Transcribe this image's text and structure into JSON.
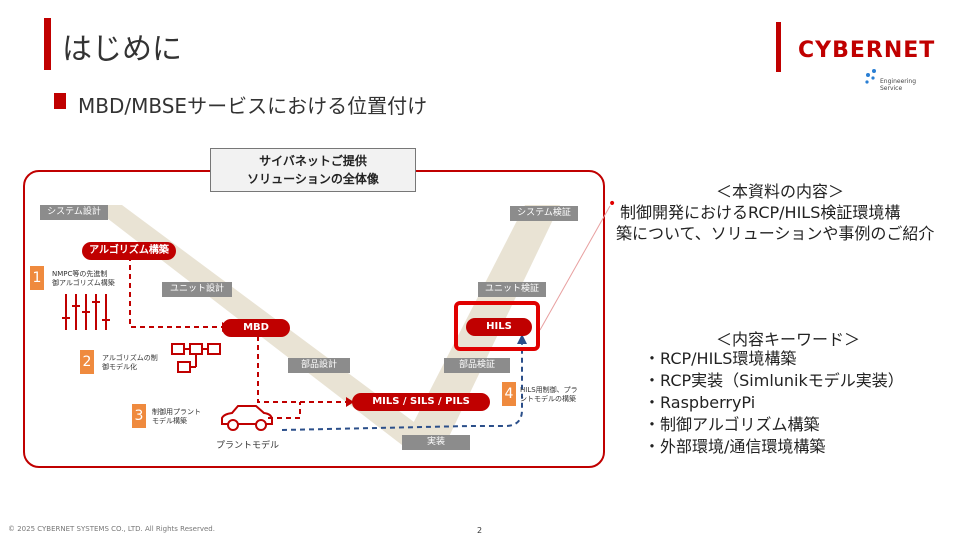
{
  "header": {
    "title": "はじめに",
    "subtitle": "MBD/MBSEサービスにおける位置付け"
  },
  "logo": {
    "name": "CYBERNET",
    "service_line1": "Engineering",
    "service_line2": "Service"
  },
  "diagram": {
    "caption_line1": "サイバネットご提供",
    "caption_line2": "ソリューションの全体像",
    "system_design": "システム設計",
    "algorithm_build": "アルゴリズム構築",
    "unit_design": "ユニット設計",
    "mbd": "MBD",
    "parts_design": "部品設計",
    "mils": "MILS / SILS / PILS",
    "implementation": "実装",
    "parts_verify": "部品検証",
    "unit_verify": "ユニット検証",
    "hils": "HILS",
    "system_verify": "システム検証",
    "step1_num": "1",
    "step1_line1": "NMPC等の先進制",
    "step1_line2": "御アルゴリズム構築",
    "step2_num": "2",
    "step2_line1": "アルゴリズムの制",
    "step2_line2": "御モデル化",
    "step3_num": "3",
    "step3_line1": "制御用プラント",
    "step3_line2": "モデル構築",
    "step4_num": "4",
    "step4_line1": "HILS用制御、プラ",
    "step4_line2": "ントモデルの構築",
    "plant_model": "プラントモデル"
  },
  "content": {
    "heading": "＜本資料の内容＞",
    "bullet": "•",
    "line1": "制御開発におけるRCP/HILS検証環境構",
    "line2": "築について、ソリューションや事例のご紹介"
  },
  "keywords": {
    "heading": "＜内容キーワード＞",
    "items": [
      "・RCP/HILS環境構築",
      "・RCP実装（Simlunikモデル実装）",
      "・RaspberryPi",
      "・制御アルゴリズム構築",
      "・外部環境/通信環境構築"
    ]
  },
  "footer": {
    "copyright": "© 2025 CYBERNET SYSTEMS CO., LTD. All Rights Reserved.",
    "page": "2"
  },
  "colors": {
    "brand_red": "#c00000",
    "accent_orange": "#ef8a3e",
    "label_gray": "#8c8c8c"
  }
}
